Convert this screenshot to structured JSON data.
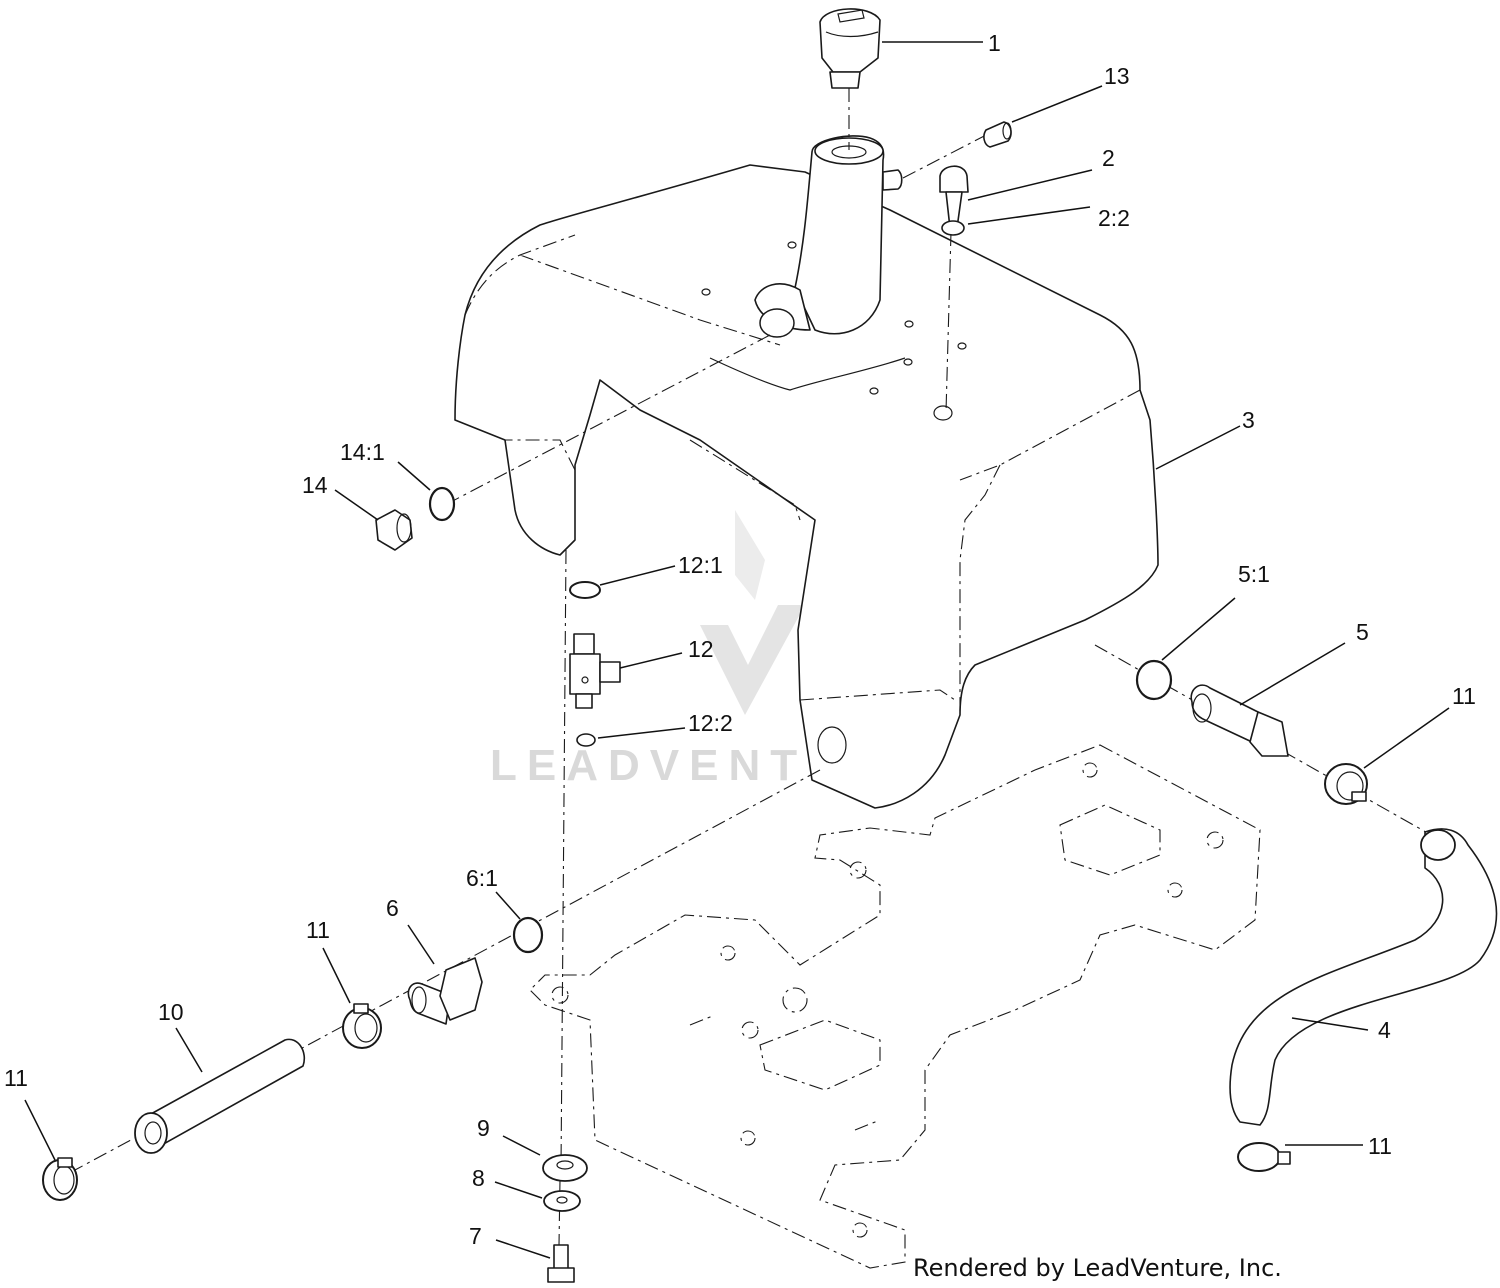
{
  "watermark": {
    "text": "LEADVENTURE"
  },
  "credit": "Rendered by LeadVenture, Inc.",
  "callouts": [
    {
      "id": "c1",
      "label": "1"
    },
    {
      "id": "c13",
      "label": "13"
    },
    {
      "id": "c2",
      "label": "2"
    },
    {
      "id": "c2_2",
      "label": "2:2"
    },
    {
      "id": "c3",
      "label": "3"
    },
    {
      "id": "c14_1",
      "label": "14:1"
    },
    {
      "id": "c14",
      "label": "14"
    },
    {
      "id": "c12_1",
      "label": "12:1"
    },
    {
      "id": "c12",
      "label": "12"
    },
    {
      "id": "c12_2",
      "label": "12:2"
    },
    {
      "id": "c5_1",
      "label": "5:1"
    },
    {
      "id": "c5",
      "label": "5"
    },
    {
      "id": "c11a",
      "label": "11"
    },
    {
      "id": "c6_1",
      "label": "6:1"
    },
    {
      "id": "c6",
      "label": "6"
    },
    {
      "id": "c11b",
      "label": "11"
    },
    {
      "id": "c10",
      "label": "10"
    },
    {
      "id": "c11c",
      "label": "11"
    },
    {
      "id": "c4",
      "label": "4"
    },
    {
      "id": "c11d",
      "label": "11"
    },
    {
      "id": "c9",
      "label": "9"
    },
    {
      "id": "c8",
      "label": "8"
    },
    {
      "id": "c7",
      "label": "7"
    }
  ]
}
